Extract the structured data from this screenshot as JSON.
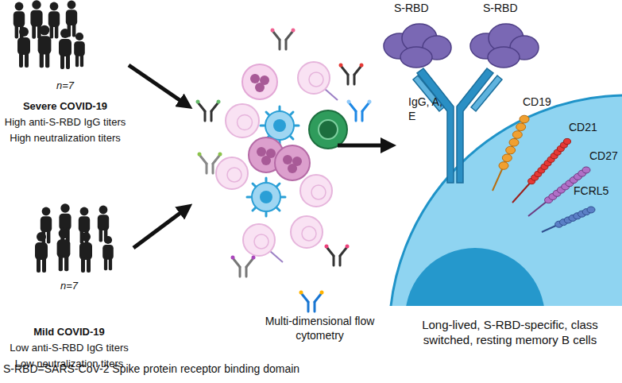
{
  "diagram": {
    "nodes": [
      {
        "text": [
          "n=7",
          "Severe COVID-19",
          "High anti-S-RBD IgG titers",
          "High neutralization titers"
        ]
      },
      {
        "text": [
          "n=7",
          "Mild COVID-19",
          "Low anti-S-RBD IgG titers",
          "Low neutralization titers"
        ]
      },
      {
        "text": [
          "Multi-dimensional flow cytometry"
        ]
      },
      {
        "text": [
          "S-RBD",
          "S-RBD",
          "IgG, A, E",
          "CD19",
          "CD21",
          "CD27",
          "FCRL5",
          "Long-lived, S-RBD-specific, class switched, resting memory B cells"
        ]
      }
    ],
    "edges": [
      {
        "from": 0,
        "to": 2,
        "arrow": "to"
      },
      {
        "from": 1,
        "to": 2,
        "arrow": "to"
      },
      {
        "from": 2,
        "to": 3,
        "arrow": "to"
      }
    ],
    "labels": [
      "S-RBD=SARS-CoV-2 Spike protein receptor binding domain"
    ]
  }
}
